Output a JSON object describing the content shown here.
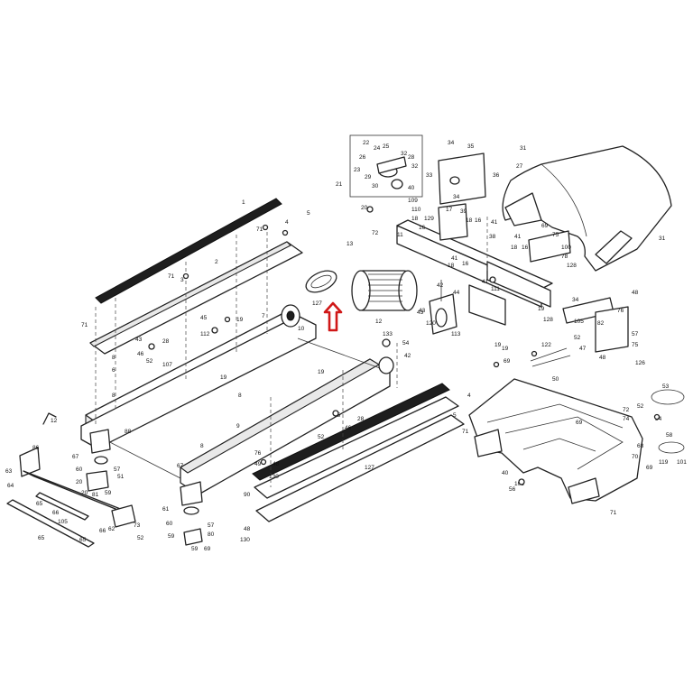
{
  "diagram": {
    "accent_color": "#d01818",
    "labels": {
      "c1": "1",
      "c2": "2",
      "c3": "3",
      "c4": "4",
      "c5": "5",
      "c6": "6",
      "c7": "7",
      "c8": "8",
      "c9": "9",
      "c10": "10",
      "c11": "11",
      "c12": "12",
      "c13": "13",
      "c16": "16",
      "c17": "17",
      "c18": "18",
      "c19": "19",
      "c20": "20",
      "c21": "21",
      "c22": "22",
      "c23": "23",
      "c24": "24",
      "c25": "25",
      "c26": "26",
      "c27": "27",
      "c28": "28",
      "c29": "29",
      "c30": "30",
      "c31": "31",
      "c32": "32",
      "c33": "33",
      "c34": "34",
      "c35": "35",
      "c36": "36",
      "c38": "38",
      "c39": "39",
      "c40": "40",
      "c41": "41",
      "c42": "42",
      "c43": "43",
      "c44": "44",
      "c45": "45",
      "c46": "46",
      "c47": "47",
      "c48": "48",
      "c49": "49",
      "c50": "50",
      "c51": "51",
      "c52": "52",
      "c53": "53",
      "c54": "54",
      "c56": "56",
      "c57": "57",
      "c58": "58",
      "c59": "59",
      "c60": "60",
      "c61": "61",
      "c62": "62",
      "c63": "63",
      "c64": "64",
      "c65": "65",
      "c66": "66",
      "c67": "67",
      "c68": "68",
      "c69": "69",
      "c70": "70",
      "c71": "71",
      "c72": "72",
      "c73": "73",
      "c74": "74",
      "c75": "75",
      "c76": "76",
      "c78": "78",
      "c80": "80",
      "c81": "81",
      "c82": "82",
      "c86": "86",
      "c88": "88",
      "c90": "90",
      "c100": "100",
      "c101": "101",
      "c105": "105",
      "c107": "107",
      "c108": "108",
      "c109": "109",
      "c110": "110",
      "c111": "111",
      "c112": "112",
      "c113": "113",
      "c119": "119",
      "c120": "120",
      "c122": "122",
      "c126": "126",
      "c127": "127",
      "c128": "128",
      "c129": "129",
      "c130": "130",
      "c133": "133",
      "corner_mark": "12"
    }
  }
}
